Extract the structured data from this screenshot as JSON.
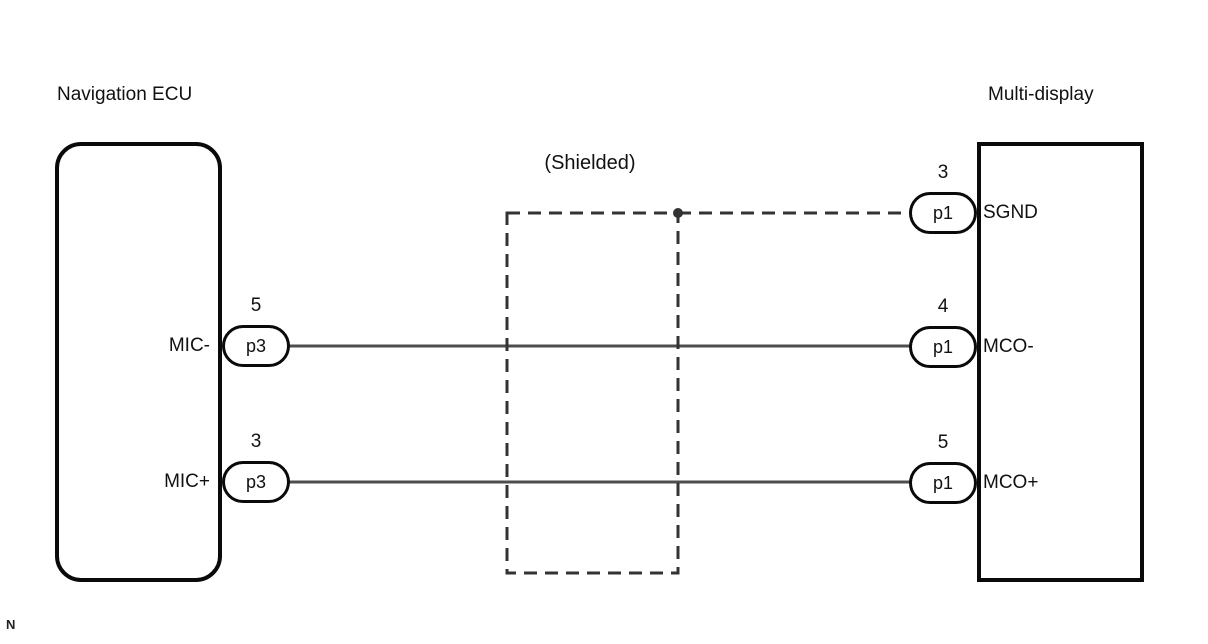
{
  "diagram": {
    "shield_label": "(Shielded)",
    "corner_note": "N",
    "left_component": {
      "title": "Navigation ECU",
      "pins": [
        {
          "number": "5",
          "connector": "p3",
          "label": "MIC-"
        },
        {
          "number": "3",
          "connector": "p3",
          "label": "MIC+"
        }
      ]
    },
    "right_component": {
      "title": "Multi-display",
      "pins": [
        {
          "number": "3",
          "connector": "p1",
          "label": "SGND"
        },
        {
          "number": "4",
          "connector": "p1",
          "label": "MCO-"
        },
        {
          "number": "5",
          "connector": "p1",
          "label": "MCO+"
        }
      ]
    }
  },
  "colors": {
    "outline": "#0a0a0a",
    "wire": "#4d4d4d",
    "dash": "#333333",
    "background": "#ffffff"
  }
}
